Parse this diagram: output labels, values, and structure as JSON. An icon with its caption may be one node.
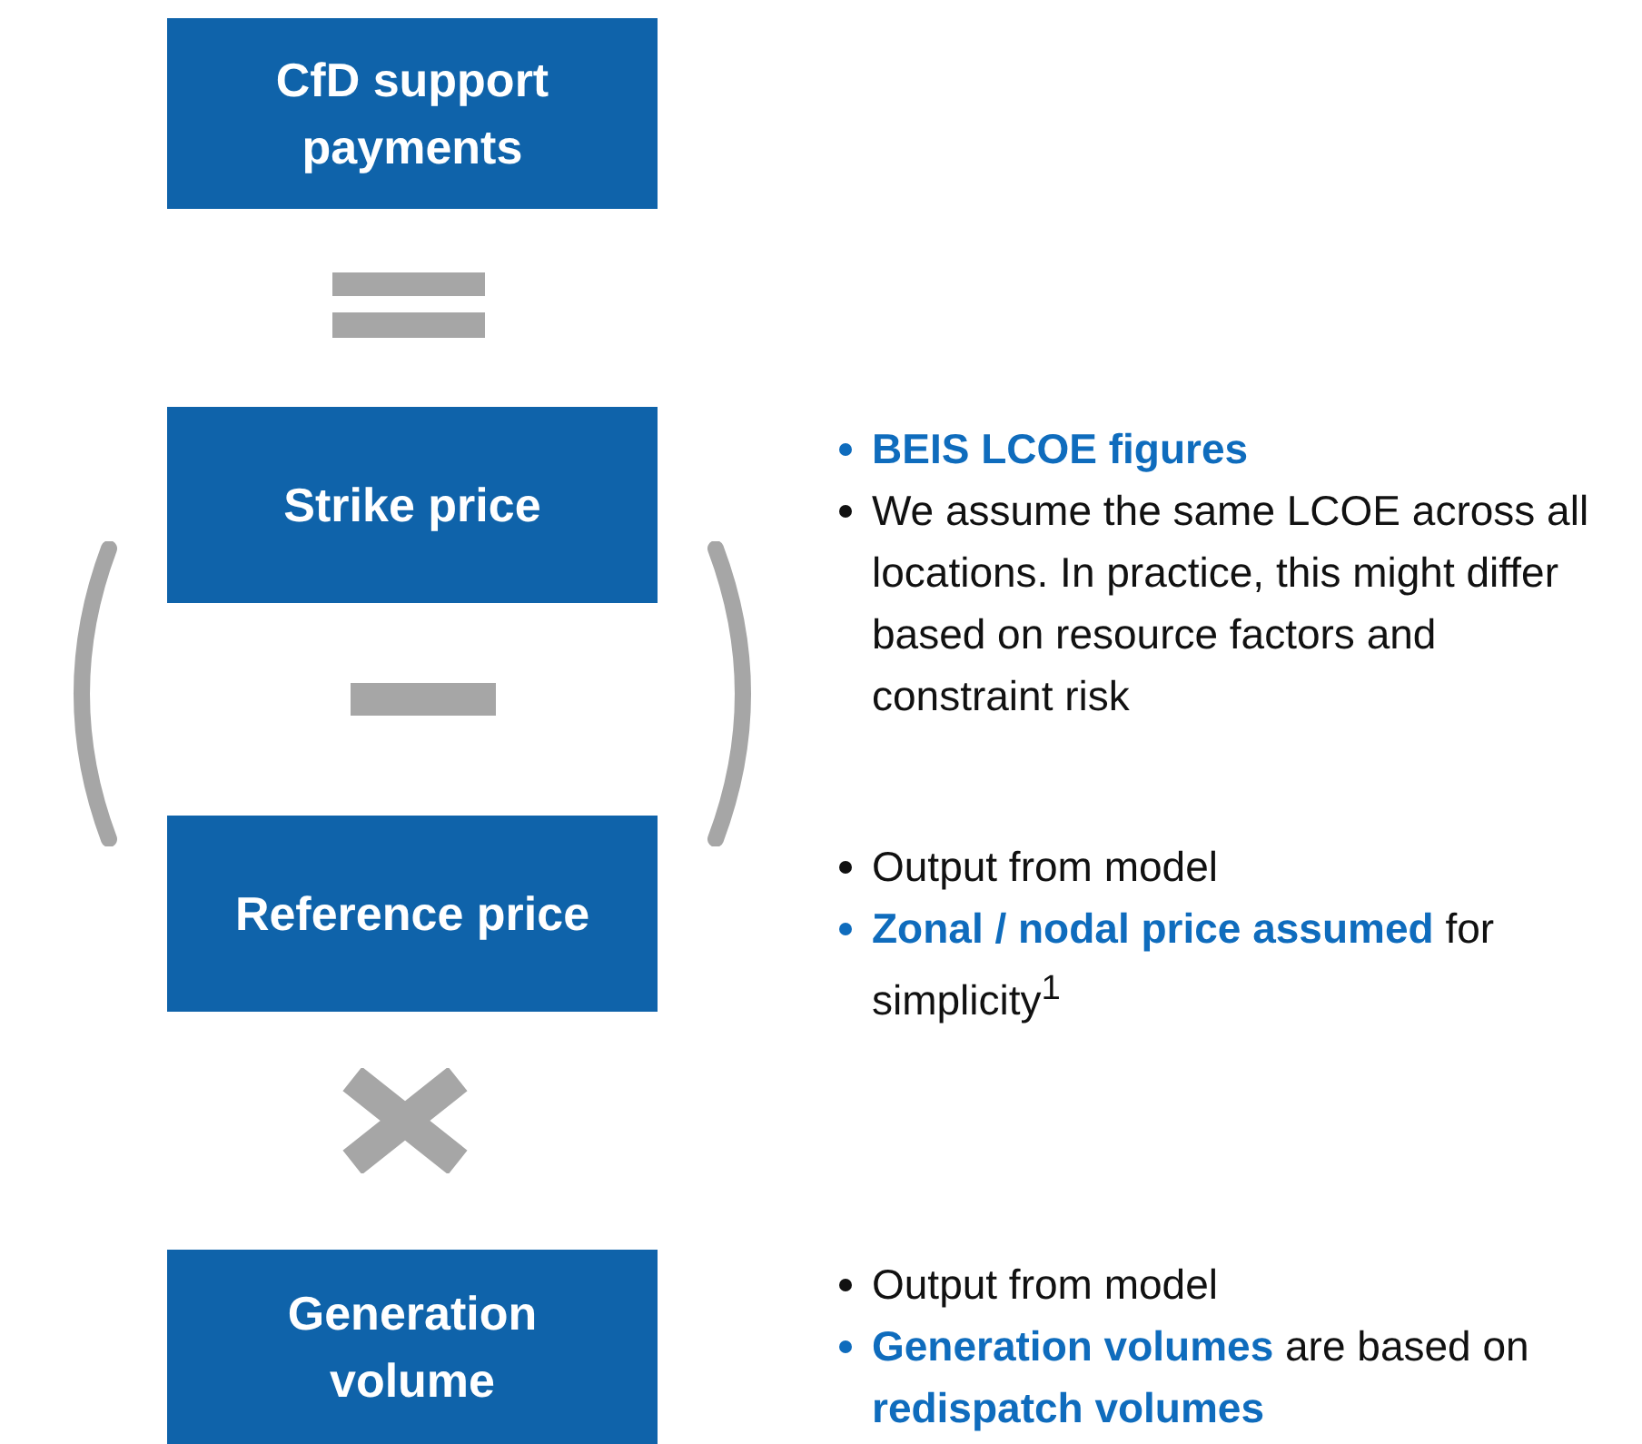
{
  "diagram": {
    "nodes": [
      {
        "text": [
          "CfD support payments"
        ]
      },
      {
        "text": [
          "Strike price"
        ],
        "beside": [
          "BEIS LCOE figures",
          "We assume the same LCOE across all locations. In practice, this might differ based on resource factors and constraint risk"
        ]
      },
      {
        "text": [
          "Reference price"
        ],
        "beside": [
          "Output from model",
          "**Zonal / nodal price assumed** for simplicity$^{1}$"
        ]
      },
      {
        "text": [
          "Generation volume"
        ],
        "beside": [
          "Output from model",
          "**Generation volumes** are based on **redispatch volumes**"
        ]
      }
    ]
  }
}
